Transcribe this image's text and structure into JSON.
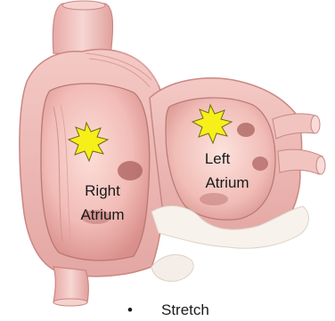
{
  "labels": {
    "right_atrium_line1": "Right",
    "right_atrium_line2": "Atrium",
    "left_atrium_line1": "Left",
    "left_atrium_line2": "Atrium"
  },
  "markers": {
    "right_atrium": "starburst",
    "left_atrium": "starburst",
    "color": "#f7ef1a"
  },
  "bullets": [
    {
      "symbol": "•",
      "text": "Stretch"
    }
  ],
  "colors": {
    "tissue": "#f3c2bf",
    "tissue_dark": "#d98e8c",
    "tissue_light": "#fbe1df",
    "fat": "#f6f0ea"
  }
}
